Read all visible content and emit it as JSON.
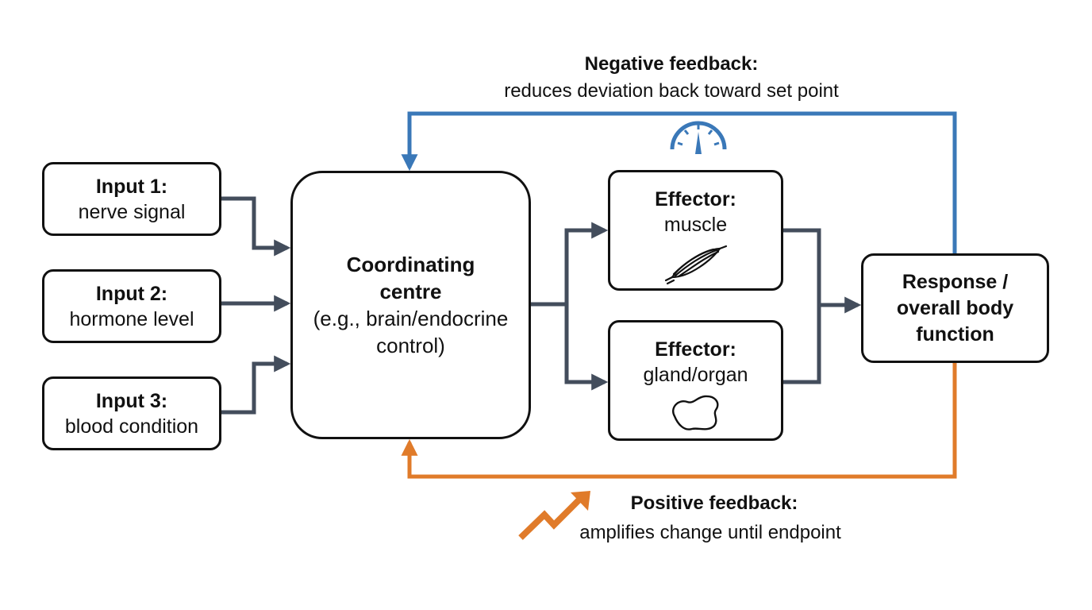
{
  "inputs": [
    {
      "title": "Input 1:",
      "sub": "nerve signal"
    },
    {
      "title": "Input 2:",
      "sub": "hormone level"
    },
    {
      "title": "Input 3:",
      "sub": "blood condition"
    }
  ],
  "centre": {
    "title_line1": "Coordinating",
    "title_line2": "centre",
    "sub_line1": "(e.g., brain/endocrine",
    "sub_line2": "control)"
  },
  "effectors": [
    {
      "title": "Effector:",
      "sub": "muscle",
      "icon": "muscle-icon"
    },
    {
      "title": "Effector:",
      "sub": "gland/organ",
      "icon": "gland-organ-icon"
    }
  ],
  "response": {
    "line1": "Response /",
    "line2": "overall body",
    "line3": "function"
  },
  "negative_feedback": {
    "title": "Negative feedback:",
    "sub": "reduces deviation back toward set point",
    "icon": "gauge-icon"
  },
  "positive_feedback": {
    "title": "Positive feedback:",
    "sub": "amplifies change until endpoint",
    "icon": "zigzag-up-arrow-icon"
  },
  "colors": {
    "box_border": "#111111",
    "arrow": "#434d5c",
    "negative": "#3a78b8",
    "positive": "#e07b2a"
  }
}
